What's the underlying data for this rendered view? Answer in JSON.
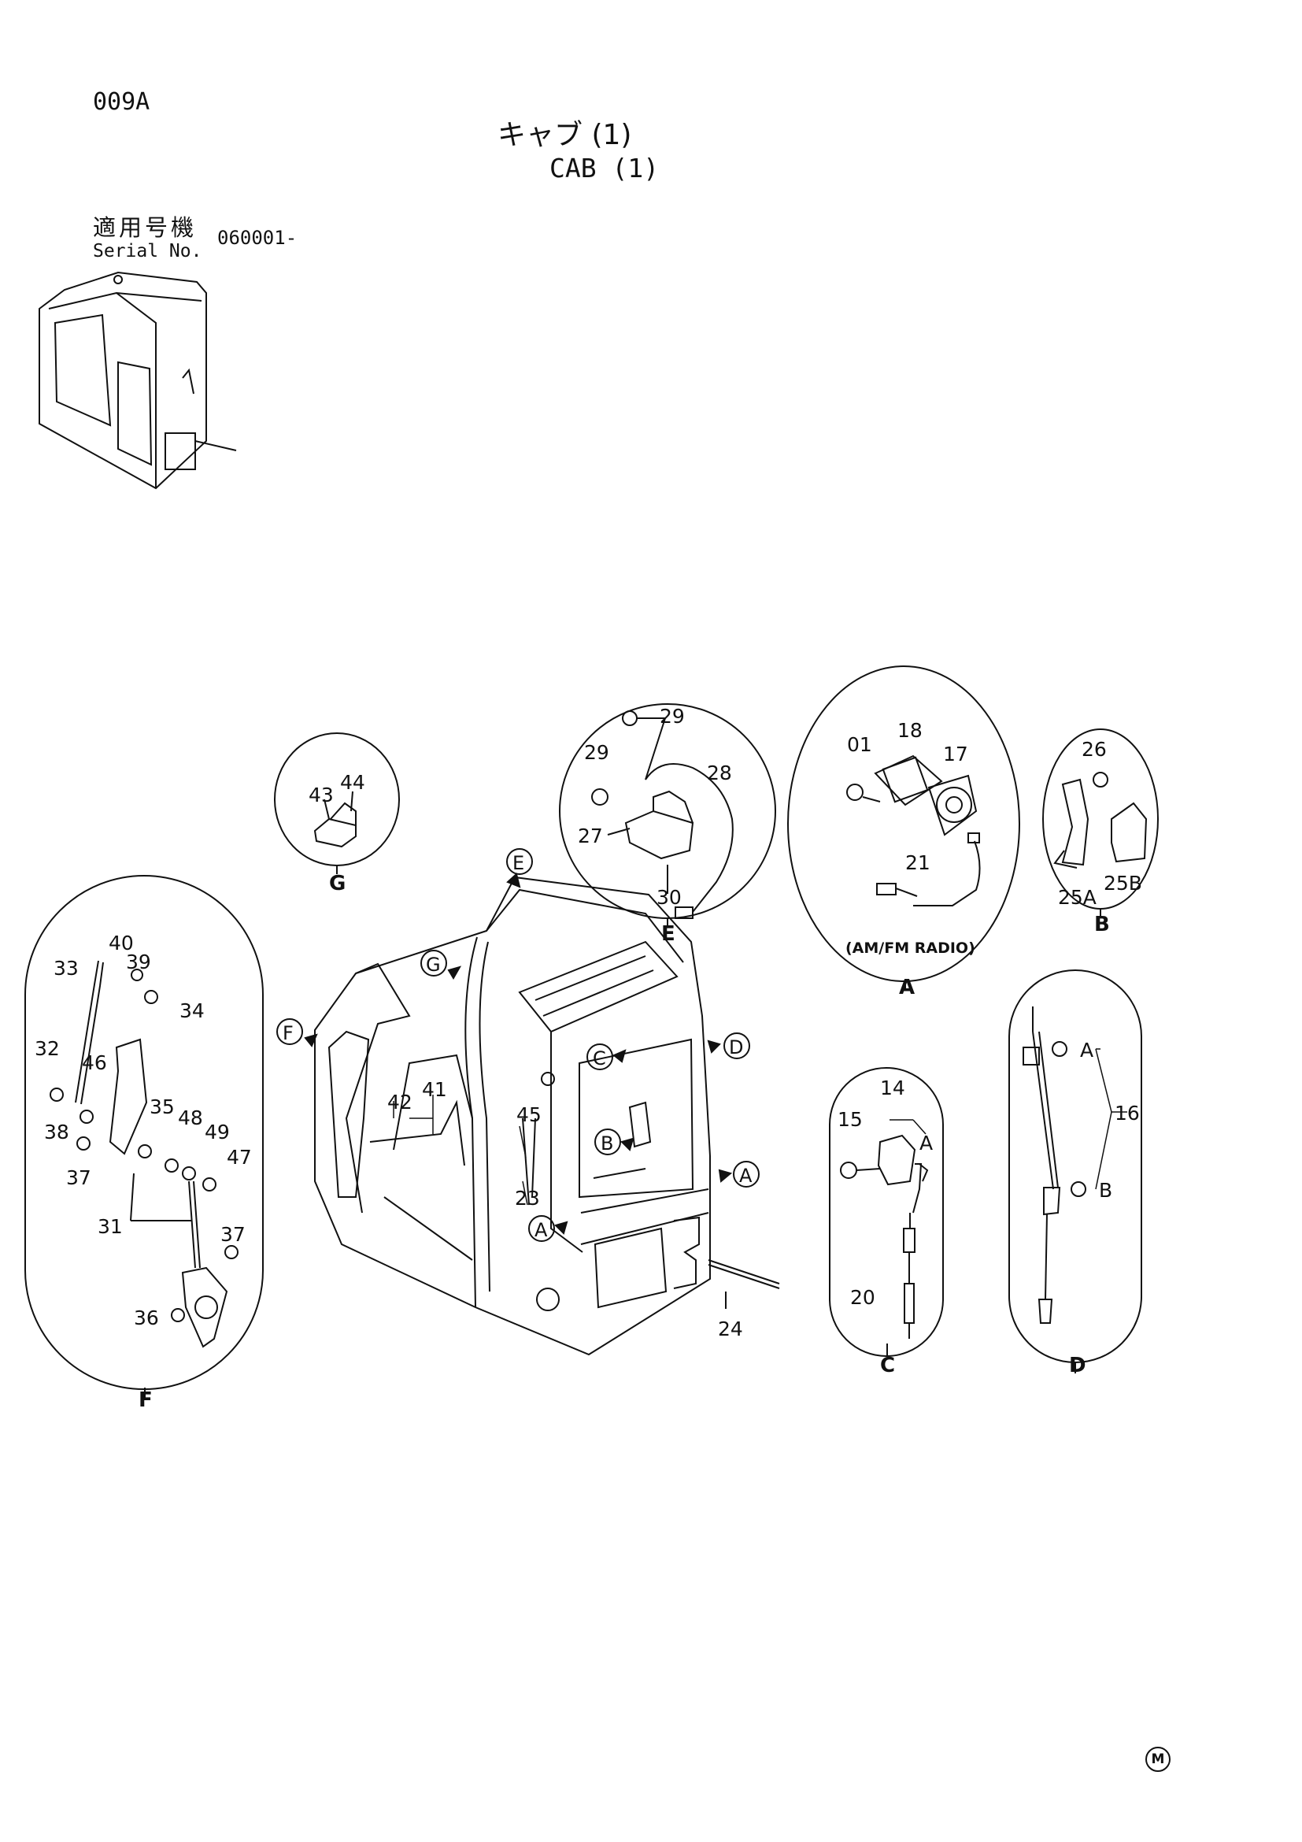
{
  "header": {
    "page_code": "009A",
    "title_jp": "キャブ (1)",
    "title_en": "CAB (1)",
    "serial_label_jp": "適用号機",
    "serial_label_en": "Serial No.",
    "serial_value": "060001-"
  },
  "detail_labels": {
    "G": "G",
    "E": "E",
    "A": "A",
    "B": "B",
    "F": "F",
    "C": "C",
    "D": "D",
    "am_fm": "(AM/FM RADIO)"
  },
  "callouts": {
    "G": "G",
    "E": "E",
    "F": "F",
    "D": "D",
    "C": "C",
    "B": "B",
    "A": "A"
  },
  "parts": {
    "p01": "01",
    "p14": "14",
    "p15": "15",
    "p16": "16",
    "p17": "17",
    "p18": "18",
    "p20": "20",
    "p21": "21",
    "p23": "23",
    "p24": "24",
    "p25A": "25A",
    "p25B": "25B",
    "p26": "26",
    "p27": "27",
    "p28": "28",
    "p29": "29",
    "p30": "30",
    "p31": "31",
    "p32": "32",
    "p33": "33",
    "p34": "34",
    "p35": "35",
    "p36": "36",
    "p37": "37",
    "p38": "38",
    "p39": "39",
    "p40": "40",
    "p41": "41",
    "p42": "42",
    "p43": "43",
    "p44": "44",
    "p45": "45",
    "p46": "46",
    "p47": "47",
    "p48": "48",
    "p49": "49"
  },
  "refs": {
    "A": "A",
    "B": "B"
  },
  "footer": {
    "mark": "M"
  }
}
